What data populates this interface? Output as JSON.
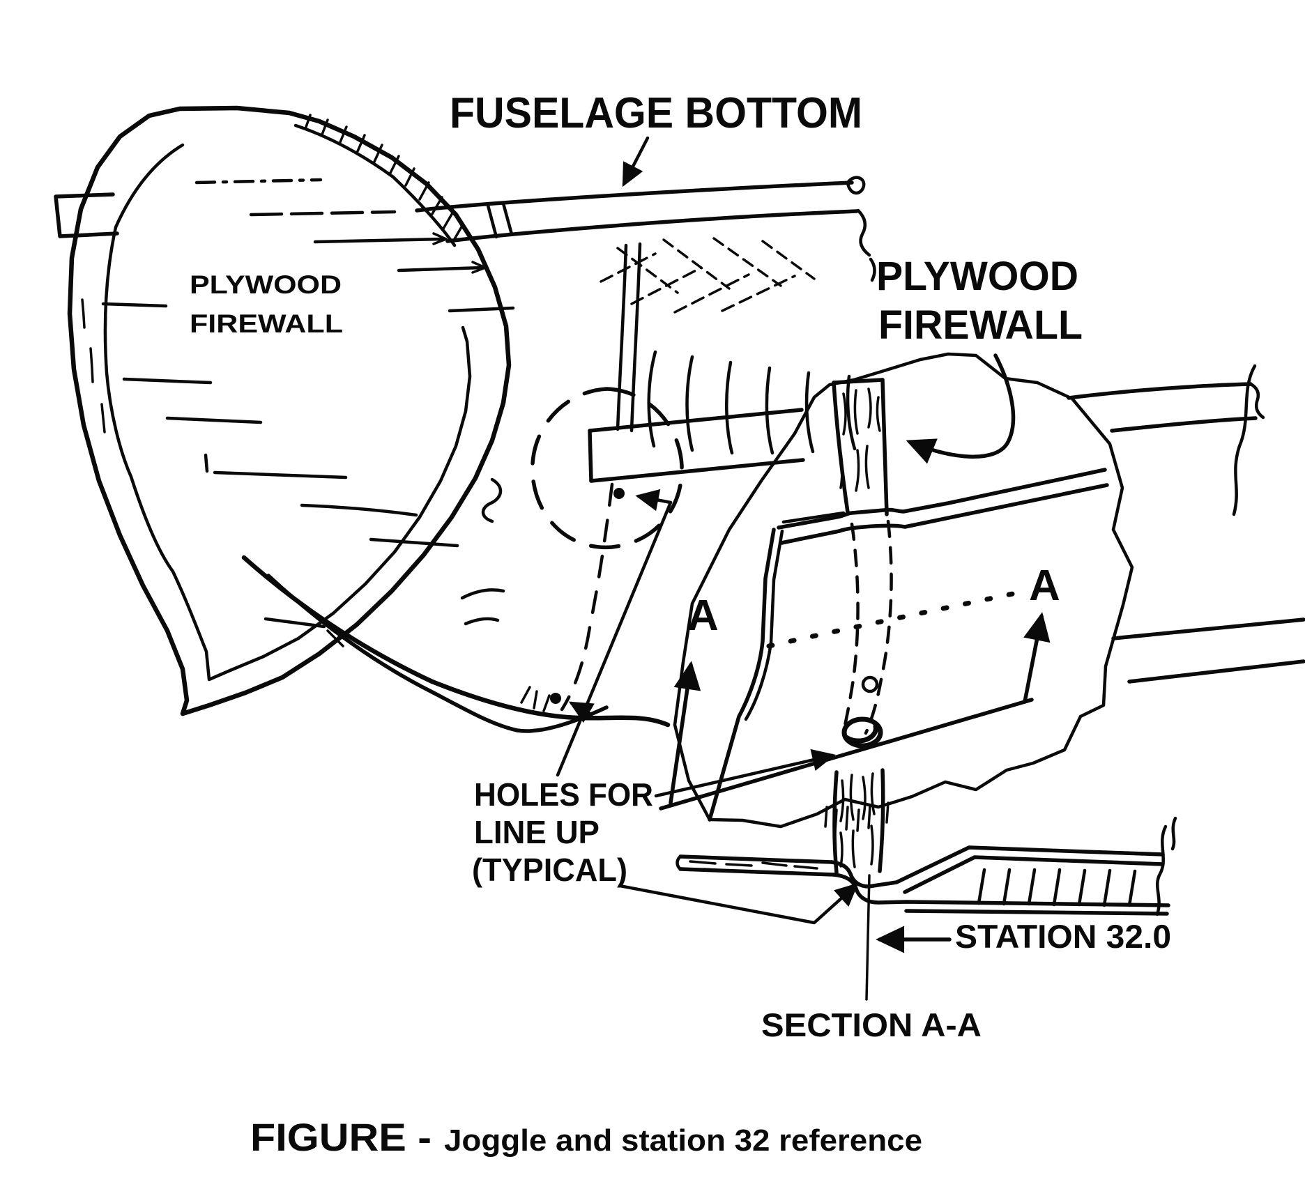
{
  "colors": {
    "ink": "#0a0a0a",
    "paper": "#ffffff"
  },
  "labels": {
    "fuselage_bottom": "FUSELAGE BOTTOM",
    "plywood_firewall_left": {
      "line1": "PLYWOOD",
      "line2": "FIREWALL"
    },
    "plywood_firewall_right": {
      "line1": "PLYWOOD",
      "line2": "FIREWALL"
    },
    "holes_for_lineup": {
      "line1": "HOLES FOR",
      "line2": "LINE UP",
      "line3": "(TYPICAL)"
    },
    "station_32": "STATION 32.0",
    "section_aa": "SECTION A-A",
    "section_marker_left": "A",
    "section_marker_right": "A"
  },
  "caption": {
    "label": "FIGURE -",
    "title": "Joggle and station 32 reference"
  }
}
